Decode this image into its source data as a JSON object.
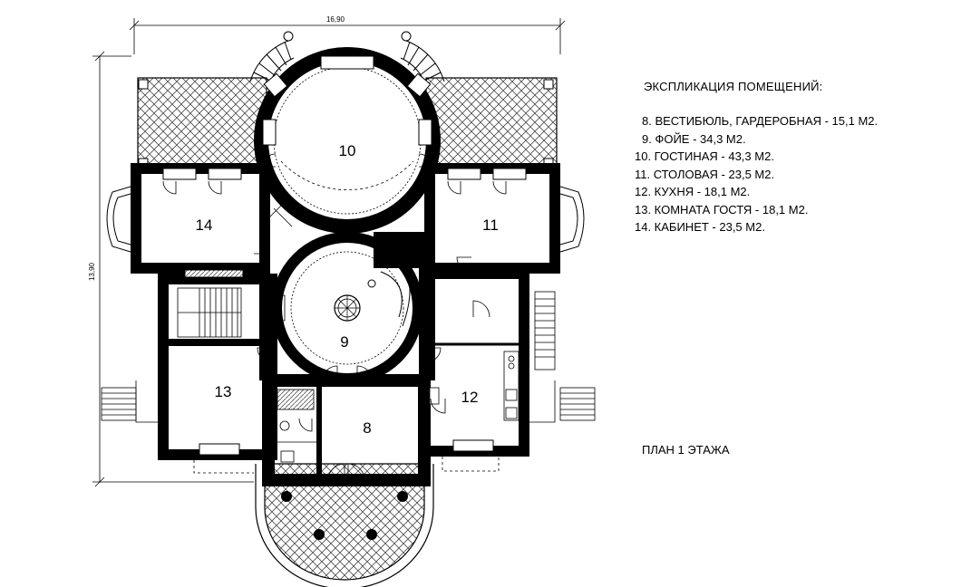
{
  "dimensions": {
    "width": "16,90",
    "height": "13,90"
  },
  "legend": {
    "title": "ЭКСПЛИКАЦИЯ ПОМЕЩЕНИЙ:",
    "items": [
      "8. ВЕСТИБЮЛЬ, ГАРДЕРОБНАЯ - 15,1 М2.",
      "9. ФОЙЕ - 34,3 М2.",
      "10. ГОСТИНАЯ - 43,3 М2.",
      "11. СТОЛОВАЯ - 23,5 М2.",
      "12. КУХНЯ - 18,1 М2.",
      "13. КОМНАТА ГОСТЯ - 18,1 М2.",
      "14. КАБИНЕТ - 23,5 М2."
    ]
  },
  "rooms": {
    "r8": "8",
    "r9": "9",
    "r10": "10",
    "r11": "11",
    "r12": "12",
    "r13": "13",
    "r14": "14"
  },
  "floor_title": "ПЛАН 1 ЭТАЖА"
}
